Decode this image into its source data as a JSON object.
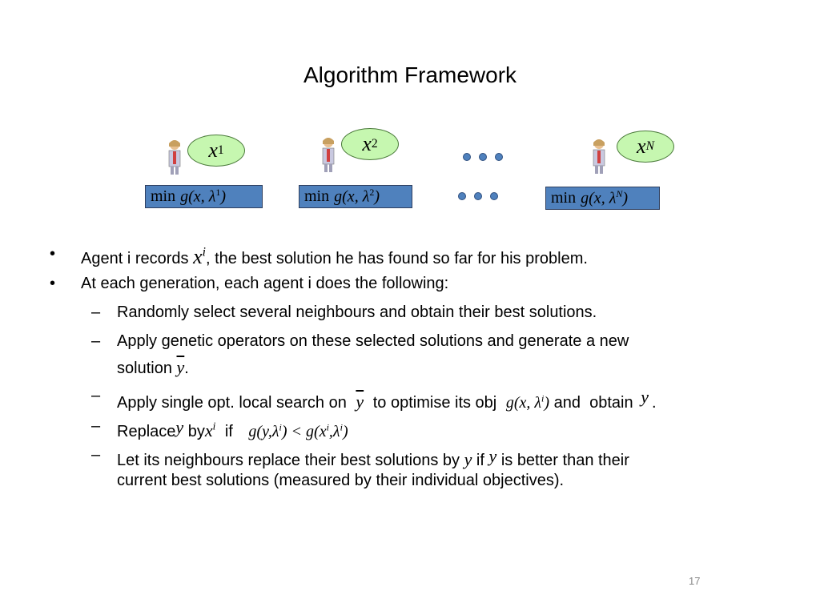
{
  "title": "Algorithm Framework",
  "agents": {
    "bubbles": [
      "x1",
      "x2",
      "xN"
    ],
    "bubble_sup": [
      "1",
      "2",
      "N"
    ],
    "min_label": "min",
    "g": "g",
    "x": "x",
    "lambda": "λ",
    "comma": ",",
    "ellipsis": "• • •"
  },
  "bullets": {
    "b1_pre": "Agent i records",
    "b1_post": "the best solution he has found so far for his problem.",
    "b2": "At each generation, each agent i does the following:",
    "s1": "Randomly select several neighbours and obtain their best solutions.",
    "s2_line1": "Apply genetic operators on these selected solutions and generate a new",
    "s2_line2_pre": "solution",
    "s3_pre": "Apply single opt. local search on",
    "s3_mid": "to optimise its obj",
    "s3_post1": "and",
    "s3_post2": "obtain",
    "s4_pre": "Replace",
    "s4_by": "by",
    "s4_if": "if",
    "s5_pre": "Let its neighbours replace their best solutions by",
    "s5_if": "if",
    "s5_post": "is  better than their",
    "s5_line2": "current best solutions (measured by their individual objectives)."
  },
  "page_number": "17"
}
